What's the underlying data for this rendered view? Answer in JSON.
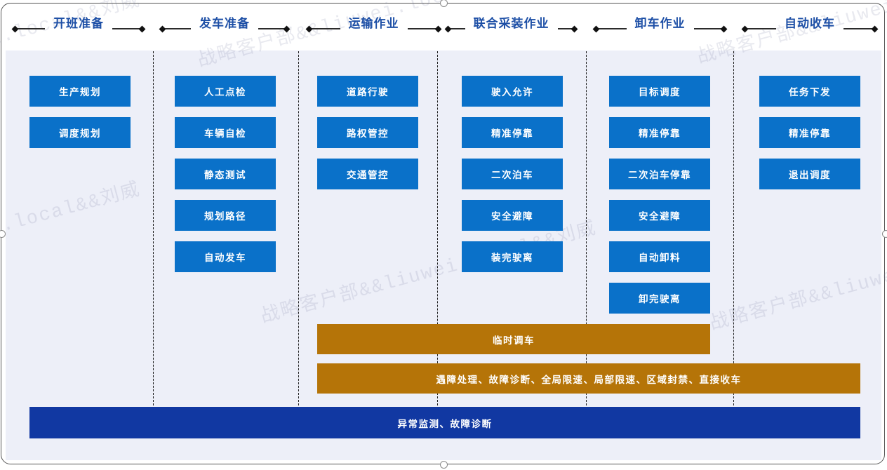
{
  "slide": {
    "watermark_text": "战略客户部&&liuwei.local&&刘威",
    "colors": {
      "process_box": "#0a71c9",
      "event_bar": "#b57408",
      "monitor_bar": "#1138a2",
      "header_text": "#1d4fa6",
      "panel_bg": "#edeff8"
    },
    "phases": [
      {
        "title": "开班准备",
        "steps": [
          "生产规划",
          "调度规划"
        ]
      },
      {
        "title": "发车准备",
        "steps": [
          "人工点检",
          "车辆自检",
          "静态测试",
          "规划路径",
          "自动发车"
        ]
      },
      {
        "title": "运输作业",
        "steps": [
          "道路行驶",
          "路权管控",
          "交通管控"
        ]
      },
      {
        "title": "联合采装作业",
        "steps": [
          "驶入允许",
          "精准停靠",
          "二次泊车",
          "安全避障",
          "装完驶离"
        ]
      },
      {
        "title": "卸车作业",
        "steps": [
          "目标调度",
          "精准停靠",
          "二次泊车停靠",
          "安全避障",
          "自动卸料",
          "卸完驶离"
        ]
      },
      {
        "title": "自动收车",
        "steps": [
          "任务下发",
          "精准停靠",
          "退出调度"
        ]
      }
    ],
    "bars": [
      {
        "name": "temp-dispatch-bar",
        "label": "临时调车",
        "style": "orange"
      },
      {
        "name": "fault-handling-bar",
        "label": "遇障处理、故障诊断、全局限速、局部限速、区域封禁、直接收车",
        "style": "orange"
      },
      {
        "name": "anomaly-monitor-bar",
        "label": "异常监测、故障诊断",
        "style": "navy"
      }
    ]
  }
}
